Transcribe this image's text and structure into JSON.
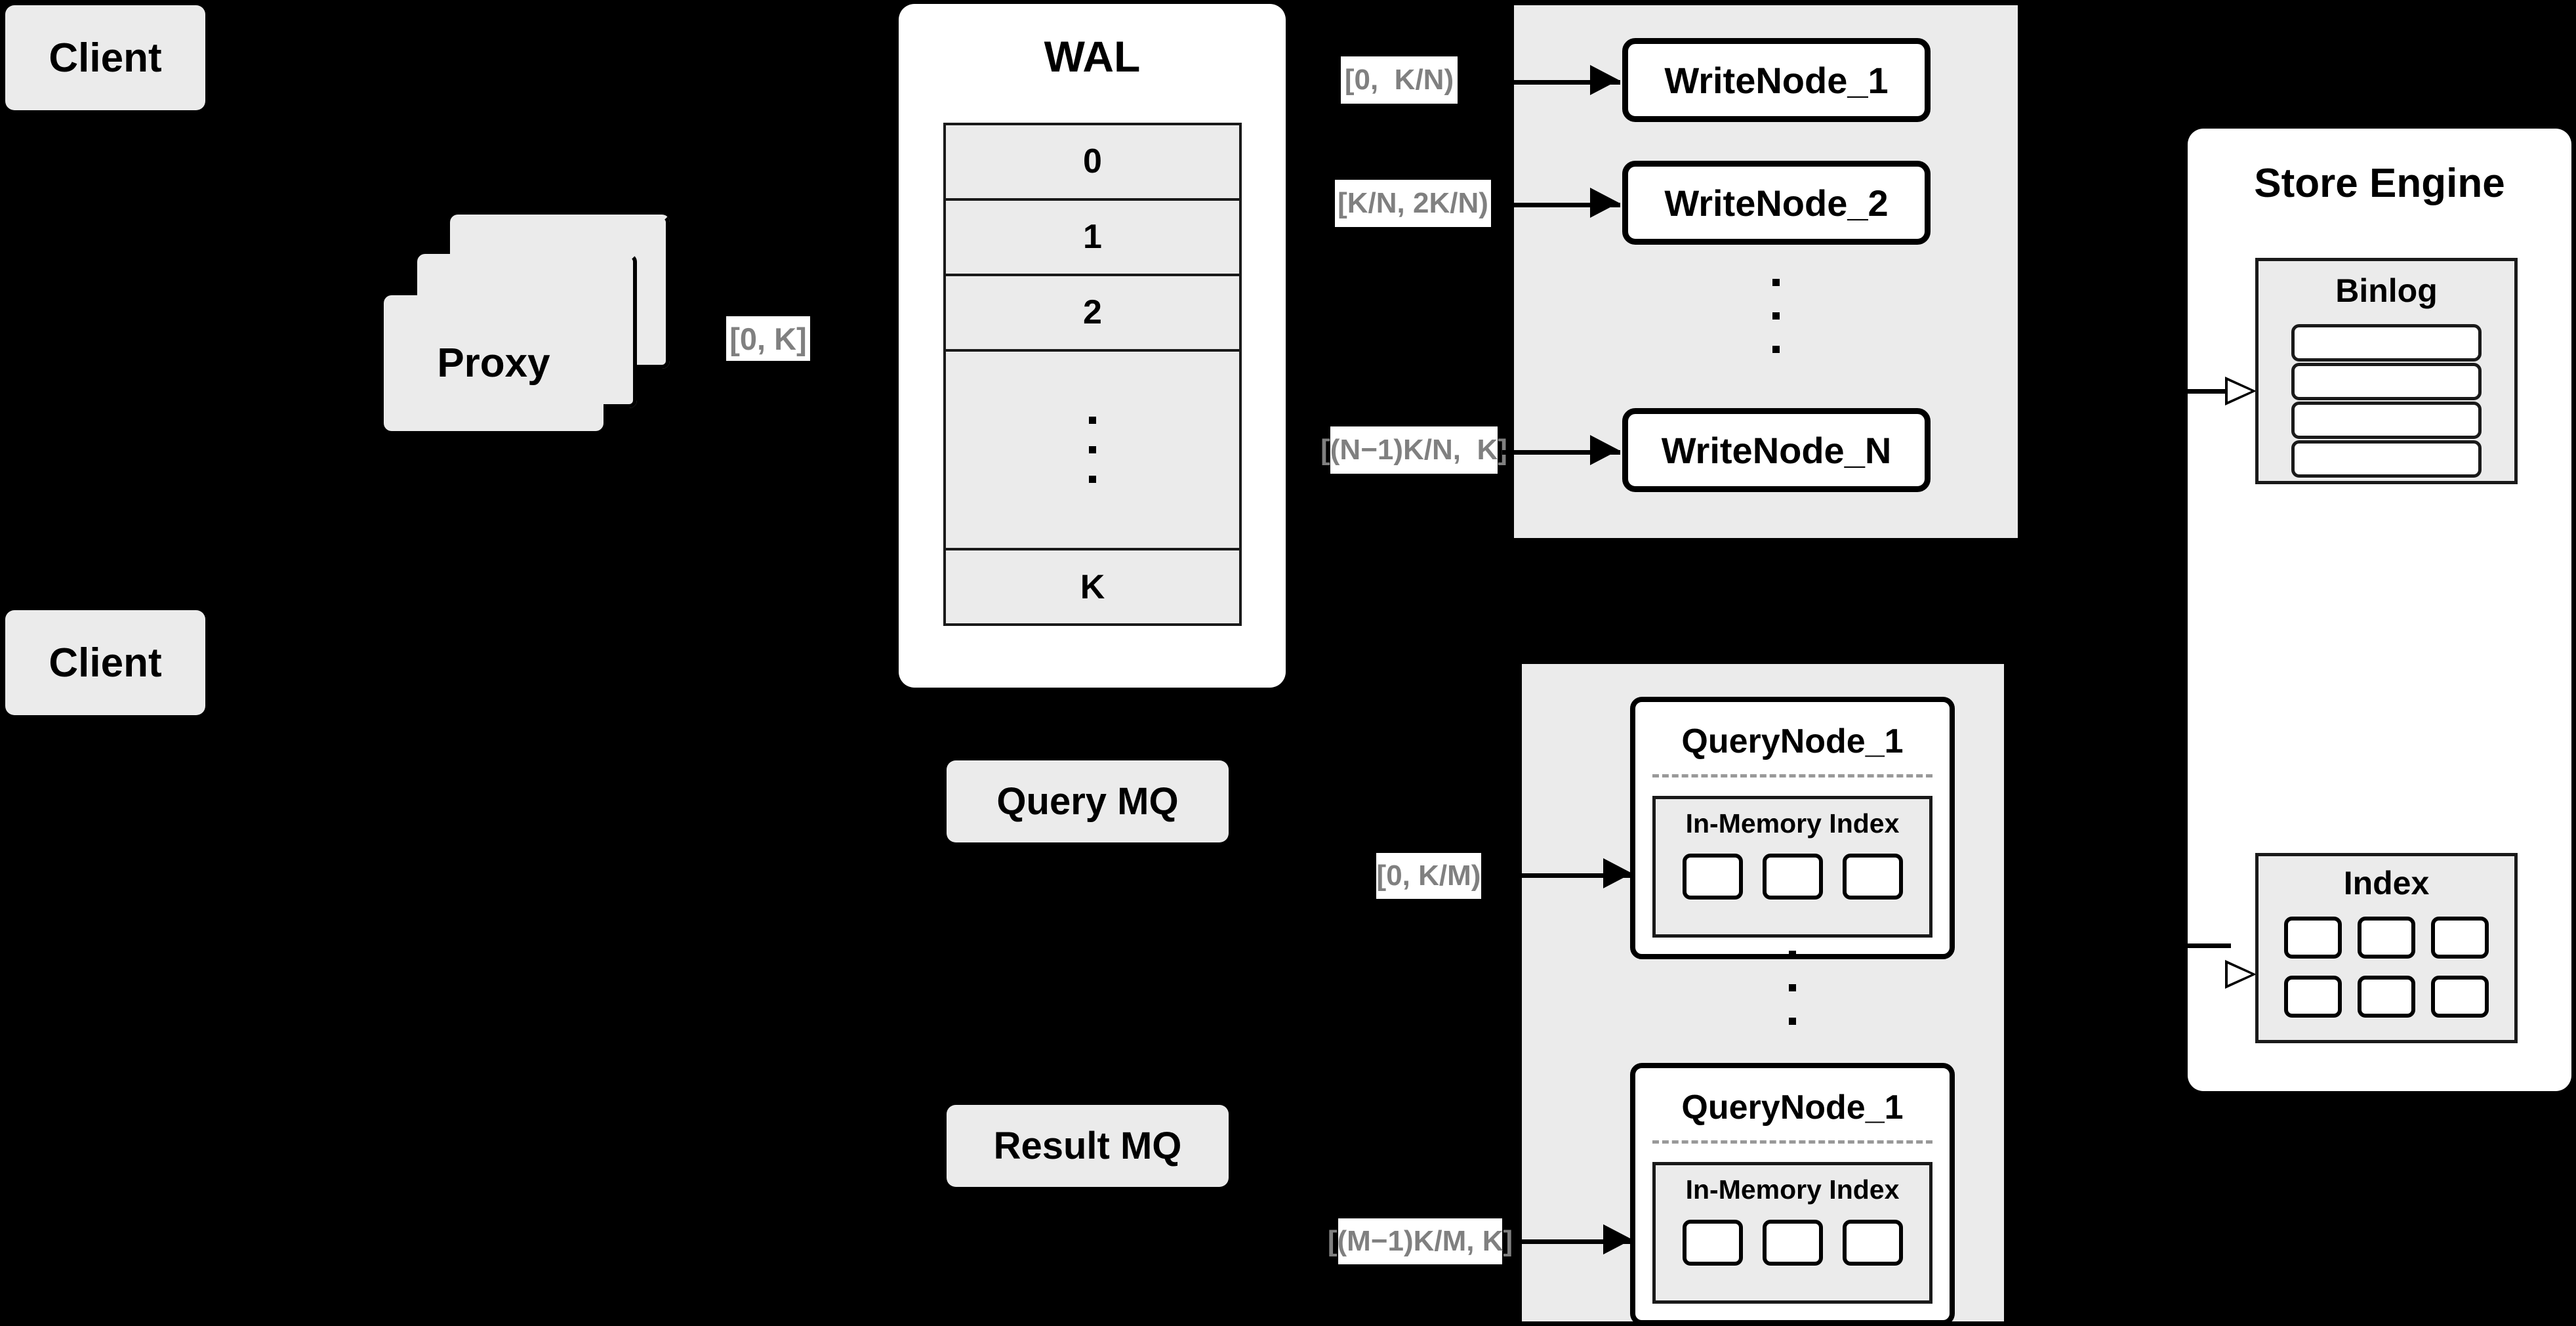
{
  "diagram": {
    "title": "Distributed Write/Query Architecture",
    "background_color": "#000000",
    "accent_grey": "#ebebeb",
    "label_text_color": "#808080"
  },
  "clients": [
    {
      "label": "Client"
    },
    {
      "label": "Client"
    }
  ],
  "proxy": {
    "label": "Proxy",
    "stack_layers": 3
  },
  "range_labels": {
    "proxy_to_wal": "[0, K]",
    "write_node_1": "[0,  K/N)",
    "write_node_2": "[K/N, 2K/N)",
    "write_node_n": "[(N−1)K/N,  K]",
    "query_node_1": "[0, K/M)",
    "query_node_m": "[(M−1)K/M, K]"
  },
  "wal": {
    "title": "WAL",
    "rows": [
      "0",
      "1",
      "2"
    ],
    "ellipsis": "···",
    "last_row": "K"
  },
  "message_queues": [
    {
      "label": "Query MQ"
    },
    {
      "label": "Result MQ"
    }
  ],
  "write_cluster": {
    "nodes": [
      {
        "label": "WriteNode_1"
      },
      {
        "label": "WriteNode_2"
      },
      {
        "label": "WriteNode_N"
      }
    ],
    "ellipsis_dots": 3
  },
  "query_cluster": {
    "nodes": [
      {
        "label": "QueryNode_1",
        "in_memory_index": {
          "title": "In-Memory Index",
          "slots": 3
        }
      },
      {
        "label": "QueryNode_1",
        "in_memory_index": {
          "title": "In-Memory Index",
          "slots": 3
        }
      }
    ],
    "ellipsis_dots": 3
  },
  "store_engine": {
    "title": "Store Engine",
    "binlog": {
      "title": "Binlog",
      "rows": 4
    },
    "index": {
      "title": "Index",
      "cells": 6,
      "columns": 3,
      "rows": 2
    }
  }
}
